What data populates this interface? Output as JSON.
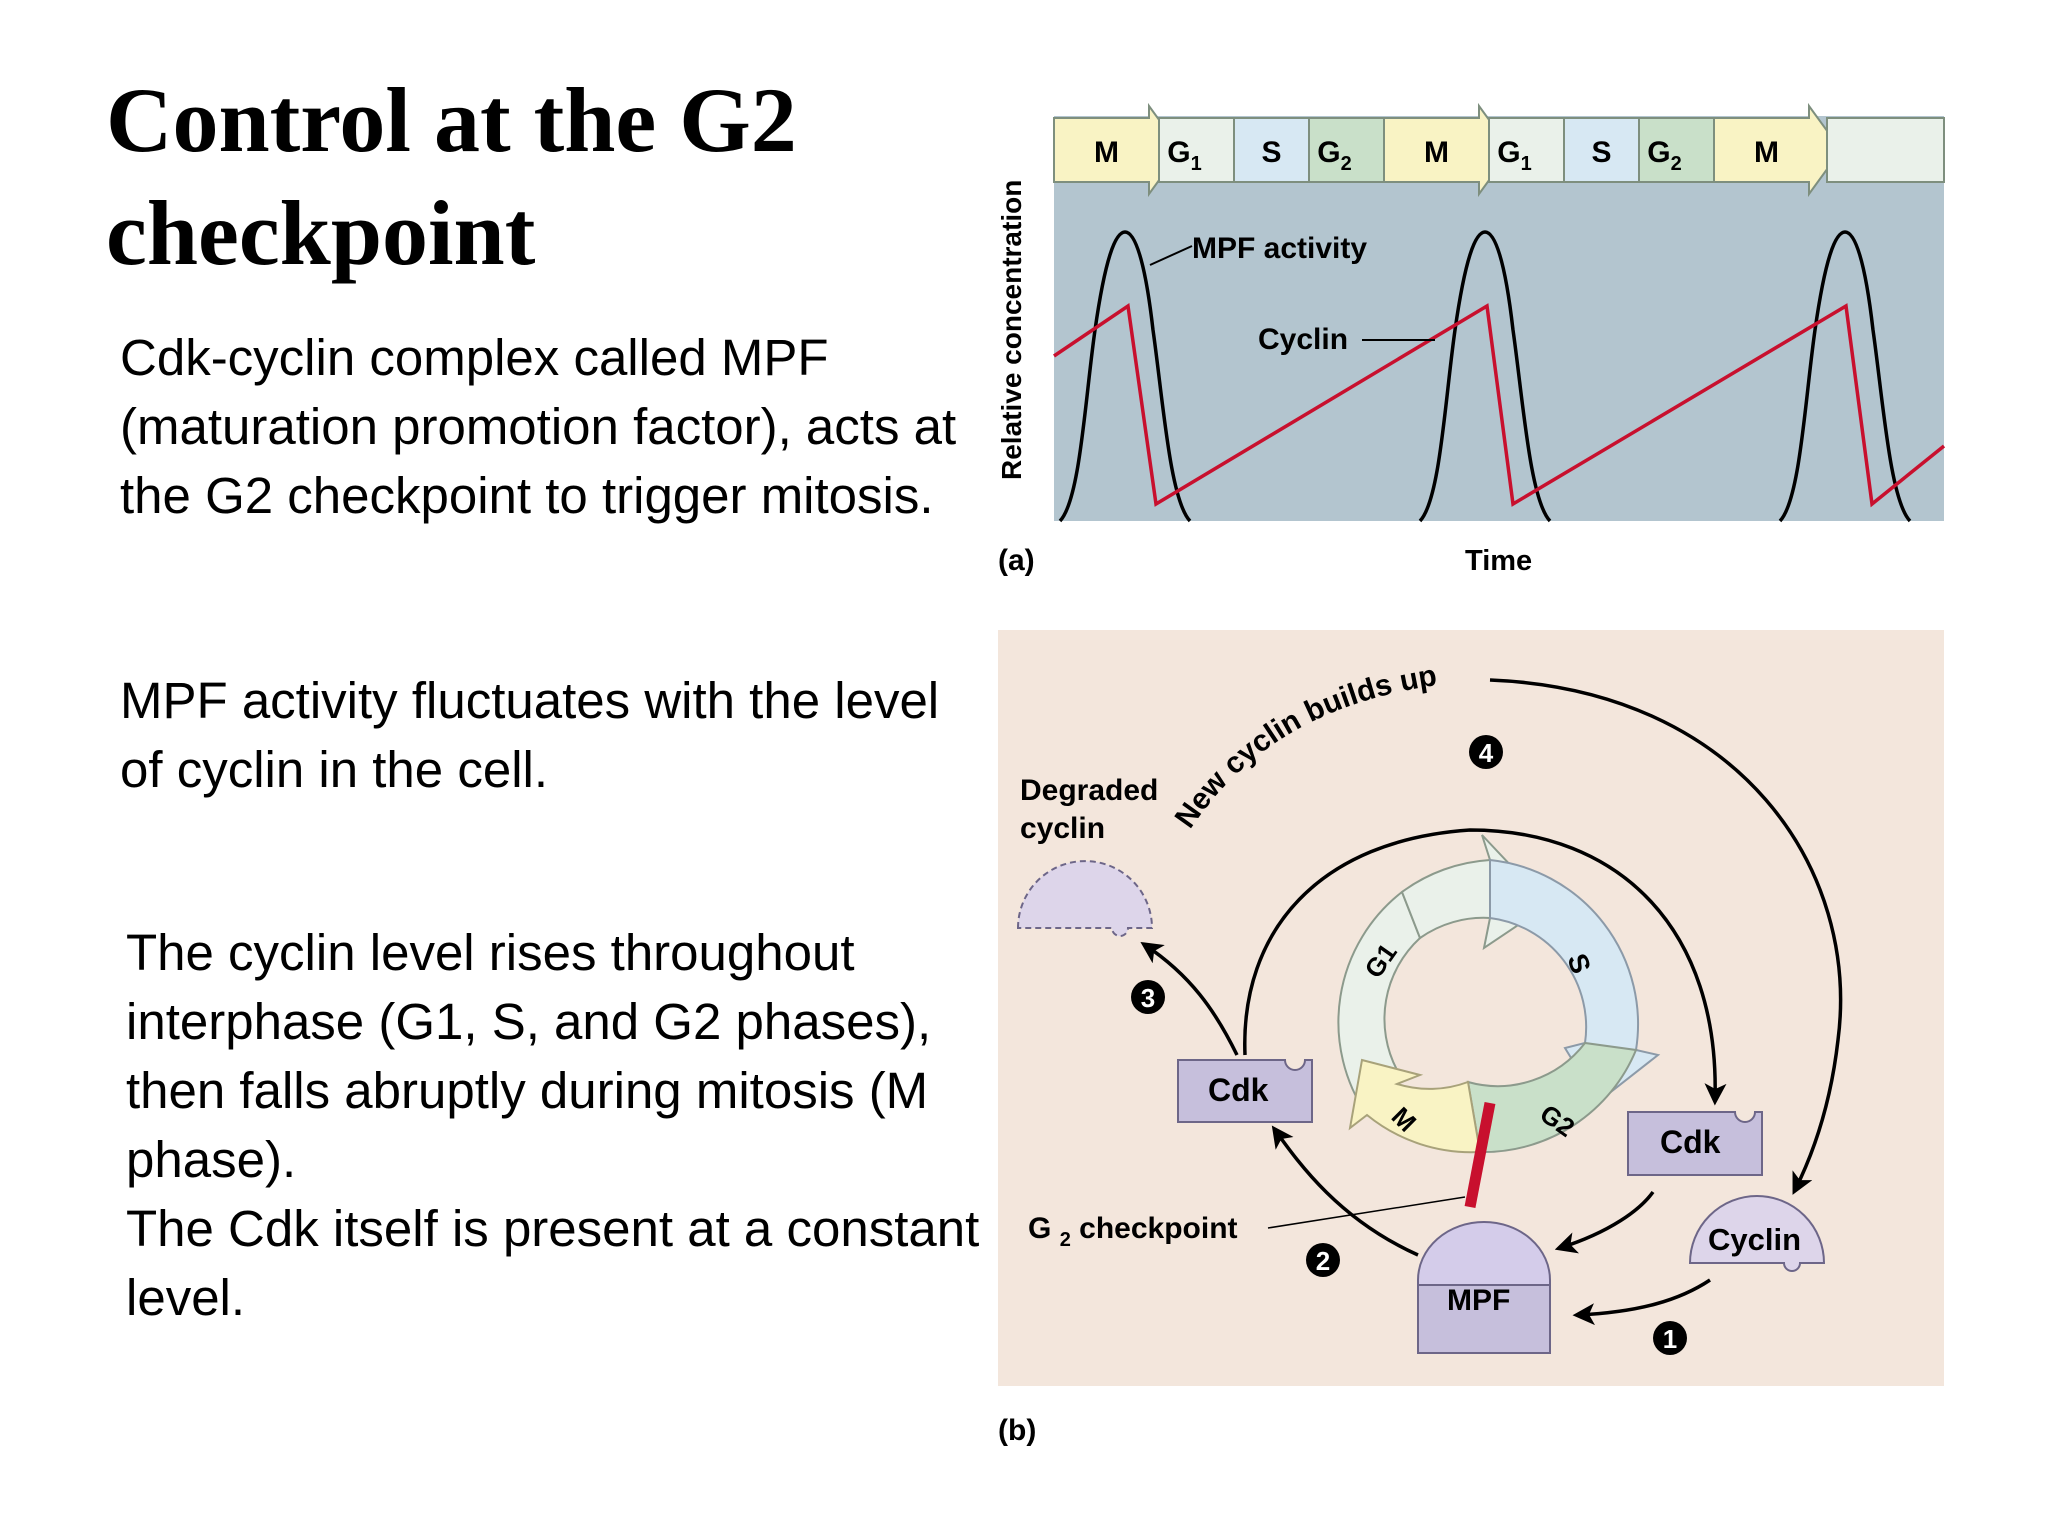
{
  "slide": {
    "title_line1": "Control at the G2",
    "title_line2": "checkpoint",
    "para1": "Cdk-cyclin complex called MPF (maturation promotion factor), acts at the G2 checkpoint to trigger mitosis.",
    "para2": "MPF activity fluctuates with the level of cyclin in the cell.",
    "para3_line1": "The cyclin level rises throughout interphase (G1, S, and G2 phases), then falls abruptly during mitosis (M phase).",
    "para3_line2": "The Cdk itself is present at a constant level."
  },
  "figure_a": {
    "panel_label": "(a)",
    "y_axis_label": "Relative concentration",
    "x_axis_label": "Time",
    "phases": [
      {
        "label": "M",
        "sub": ""
      },
      {
        "label": "G",
        "sub": "1"
      },
      {
        "label": "S",
        "sub": ""
      },
      {
        "label": "G",
        "sub": "2"
      },
      {
        "label": "M",
        "sub": ""
      },
      {
        "label": "G",
        "sub": "1"
      },
      {
        "label": "S",
        "sub": ""
      },
      {
        "label": "G",
        "sub": "2"
      },
      {
        "label": "M",
        "sub": ""
      }
    ],
    "mpf_label": "MPF activity",
    "cyclin_label": "Cyclin",
    "colors": {
      "panel_bg": "#b3c5cf",
      "m_phase": "#f9f3c4",
      "g1_phase": "#eaf1ea",
      "s_phase": "#d7e8f3",
      "g2_phase": "#c9e0c9",
      "cyclin_line": "#c8102e",
      "mpf_line": "#000000"
    }
  },
  "figure_b": {
    "panel_label": "(b)",
    "new_cyclin_label": "New cyclin builds up",
    "degraded_label_line1": "Degraded",
    "degraded_label_line2": "cyclin",
    "checkpoint_label": "G",
    "checkpoint_label_sub": "2",
    "checkpoint_label_rest": " checkpoint",
    "cdk_label": "Cdk",
    "cyclin_label": "Cyclin",
    "mpf_label": "MPF",
    "ring_labels": {
      "g1": "G1",
      "s": "S",
      "g2": "G2",
      "m": "M"
    },
    "steps": [
      "1",
      "2",
      "3",
      "4"
    ],
    "colors": {
      "panel_bg": "#f3e6dc",
      "protein": "#c6bfdc",
      "protein_stroke": "#6d6688",
      "degraded": "#ddd5ea",
      "checkpoint_bar": "#c8102e"
    }
  }
}
